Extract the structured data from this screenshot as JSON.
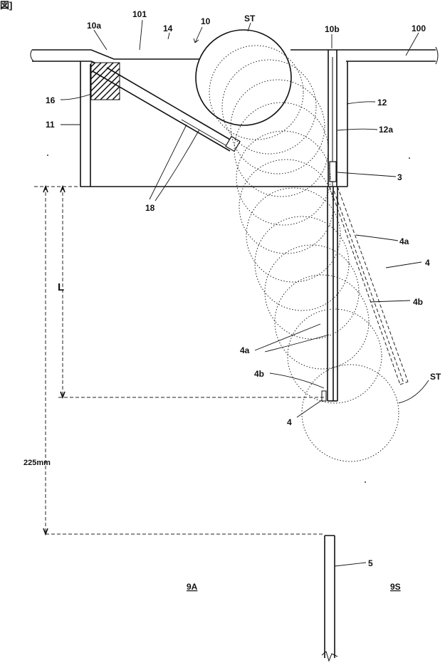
{
  "figure": {
    "header_fragment": "図]",
    "labels": {
      "l101": "101",
      "l10": "10",
      "lST_top": "ST",
      "l10a": "10a",
      "l14": "14",
      "l10b": "10b",
      "l100": "100",
      "l16": "16",
      "l12": "12",
      "l11": "11",
      "l12a": "12a",
      "l3": "3",
      "l18": "18",
      "l4a_right": "4a",
      "l4_right": "4",
      "l4b_right": "4b",
      "lL": "L",
      "l4a_mid": "4a",
      "l4b_mid": "4b",
      "lST_bottom": "ST",
      "l4_bottom": "4",
      "l225": "225mm",
      "l5": "5",
      "l9A": "9A",
      "l9S": "9S"
    }
  }
}
